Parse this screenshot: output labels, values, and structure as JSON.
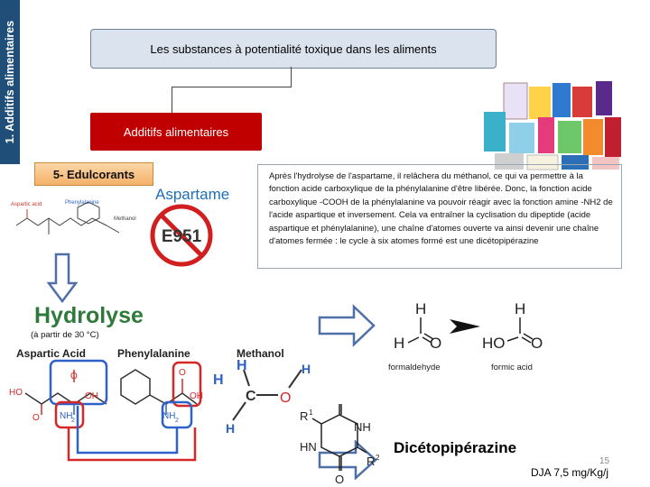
{
  "side_title": "1. Additifs alimentaires",
  "title": "Les substances à potentialité toxique dans les aliments",
  "category": "Additifs alimentaires",
  "section": "5- Edulcorants",
  "product": "Aspartame",
  "e_number": "E951",
  "description": "Après l'hydrolyse de l'aspartame, il relâchera du méthanol, ce qui va permettre à la fonction acide carboxylique de la phénylalanine d'être libérée. Donc, la fonction acide carboxylique -COOH de la phénylalanine va pouvoir réagir avec la fonction amine -NH2 de l'acide aspartique et inversement. Cela va entraîner la cyclisation du dipeptide (acide aspartique et phénylalanine), une chaîne d'atomes ouverte va ainsi devenir une chaîne d'atomes fermée : le cycle à six atomes formé est une dicétopipérazine",
  "hydrolysis": {
    "label": "Hydrolyse",
    "note": "(à partir de 30 °C)"
  },
  "structure_labels": {
    "aspartic_acid": "Aspartic Acid",
    "phenylalanine": "Phenylalanine",
    "methanol": "Methanol",
    "small_aspartic": "Aspartic acid",
    "small_phenyl": "Phenylalanine",
    "small_methanol": "Methanol",
    "ho": "HO",
    "oh": "OH",
    "o": "O",
    "nh2": "NH",
    "nh2_sub": "2",
    "h": "H",
    "c": "C"
  },
  "reaction_labels": {
    "formaldehyde": "formaldehyde",
    "formic_acid": "formic acid",
    "ho": "HO",
    "h": "H",
    "o": "O"
  },
  "dkp_labels": {
    "r1": "R",
    "r1_sup": "1",
    "r2": "R",
    "r2_sup": "2",
    "nh": "NH",
    "hn": "HN",
    "o": "O"
  },
  "dkp_name": "Dicétopipérazine",
  "dja": "DJA 7,5 mg/Kg/j",
  "slide_number": "15",
  "colors": {
    "side_band": "#1f4e79",
    "additifs_box": "#c00000",
    "edulcorants_box": "#f4b169",
    "hydrolyse_text": "#2f7a3a",
    "aspartame_text": "#1f6fb5",
    "arrow_outline": "#4f6fa8",
    "blue_loop": "#2e62c8",
    "red_loop": "#d42828"
  }
}
